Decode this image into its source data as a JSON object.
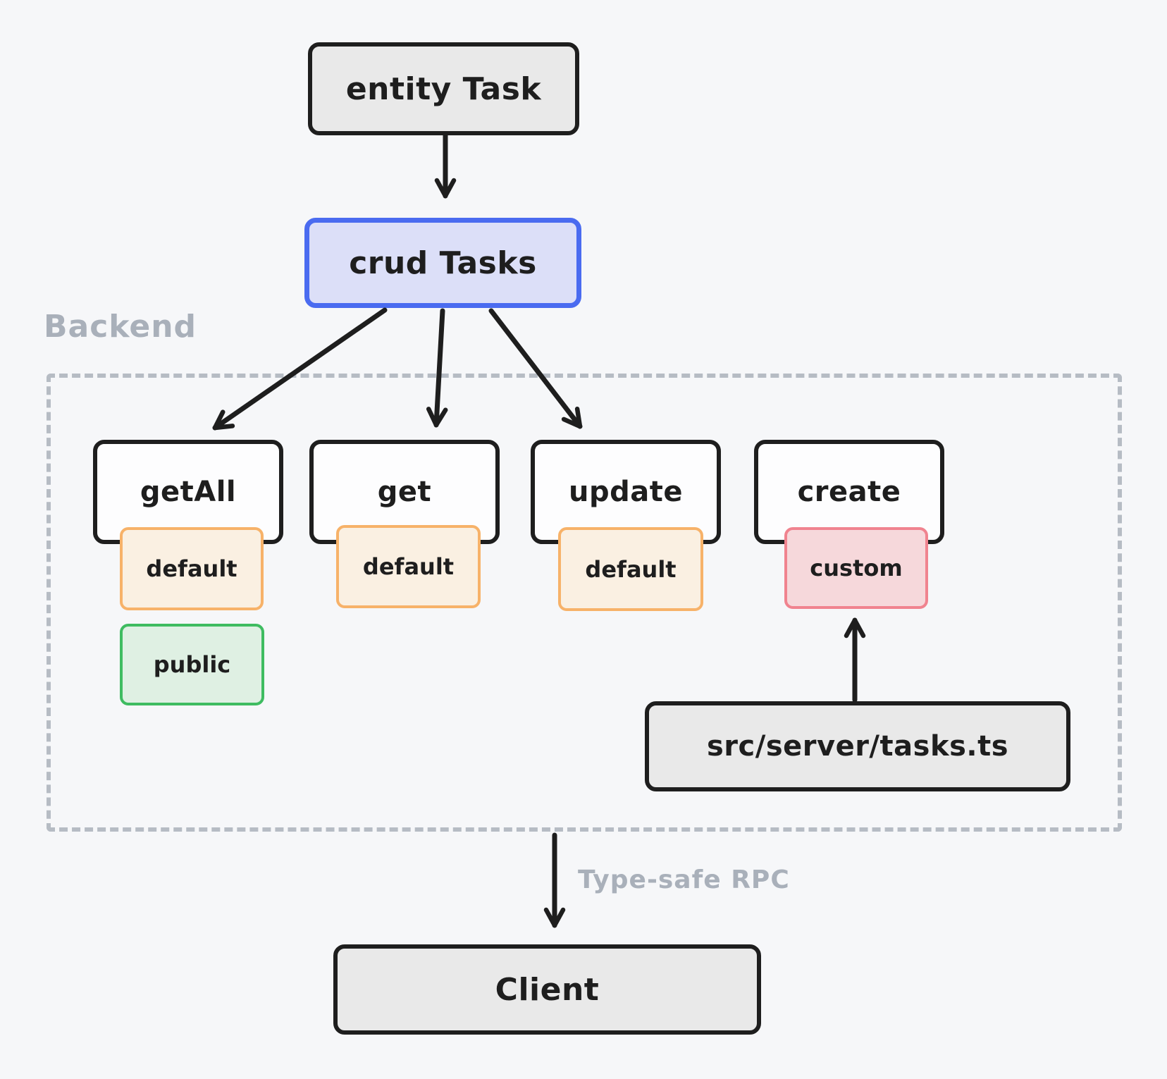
{
  "diagram": {
    "nodes": {
      "entity_task": {
        "label": "entity Task"
      },
      "crud_tasks": {
        "label": "crud Tasks"
      },
      "get_all": {
        "label": "getAll"
      },
      "get": {
        "label": "get"
      },
      "update": {
        "label": "update"
      },
      "create": {
        "label": "create"
      },
      "server_file": {
        "label": "src/server/tasks.ts"
      },
      "client": {
        "label": "Client"
      }
    },
    "badges": {
      "get_all_default": {
        "label": "default",
        "type": "default"
      },
      "get_default": {
        "label": "default",
        "type": "default"
      },
      "update_default": {
        "label": "default",
        "type": "default"
      },
      "create_custom": {
        "label": "custom",
        "type": "custom"
      },
      "get_all_public": {
        "label": "public",
        "type": "public"
      }
    },
    "groups": {
      "backend": {
        "label": "Backend"
      }
    },
    "edge_labels": {
      "rpc": {
        "label": "Type-safe RPC"
      }
    },
    "edges": [
      {
        "from": "entity Task",
        "to": "crud Tasks"
      },
      {
        "from": "crud Tasks",
        "to": "getAll"
      },
      {
        "from": "crud Tasks",
        "to": "get"
      },
      {
        "from": "crud Tasks",
        "to": "update"
      },
      {
        "from": "src/server/tasks.ts",
        "to": "custom"
      },
      {
        "from": "Backend",
        "to": "Client",
        "label": "Type-safe RPC"
      }
    ]
  },
  "colors": {
    "bg": "#f6f7f9",
    "ink": "#1e1e1e",
    "grayfill": "#e9e9e9",
    "whitefill": "#fdfdfe",
    "blue": "#4a6bf0",
    "bluefill": "#dcdff8",
    "orange": "#f7b269",
    "orangefill": "#faf0e2",
    "green": "#3fbc61",
    "greenfill": "#dff0e3",
    "pink": "#f0838f",
    "pinkfill": "#f6d8db",
    "muted": "#a9b0ba",
    "dash": "#b6bcc4"
  }
}
